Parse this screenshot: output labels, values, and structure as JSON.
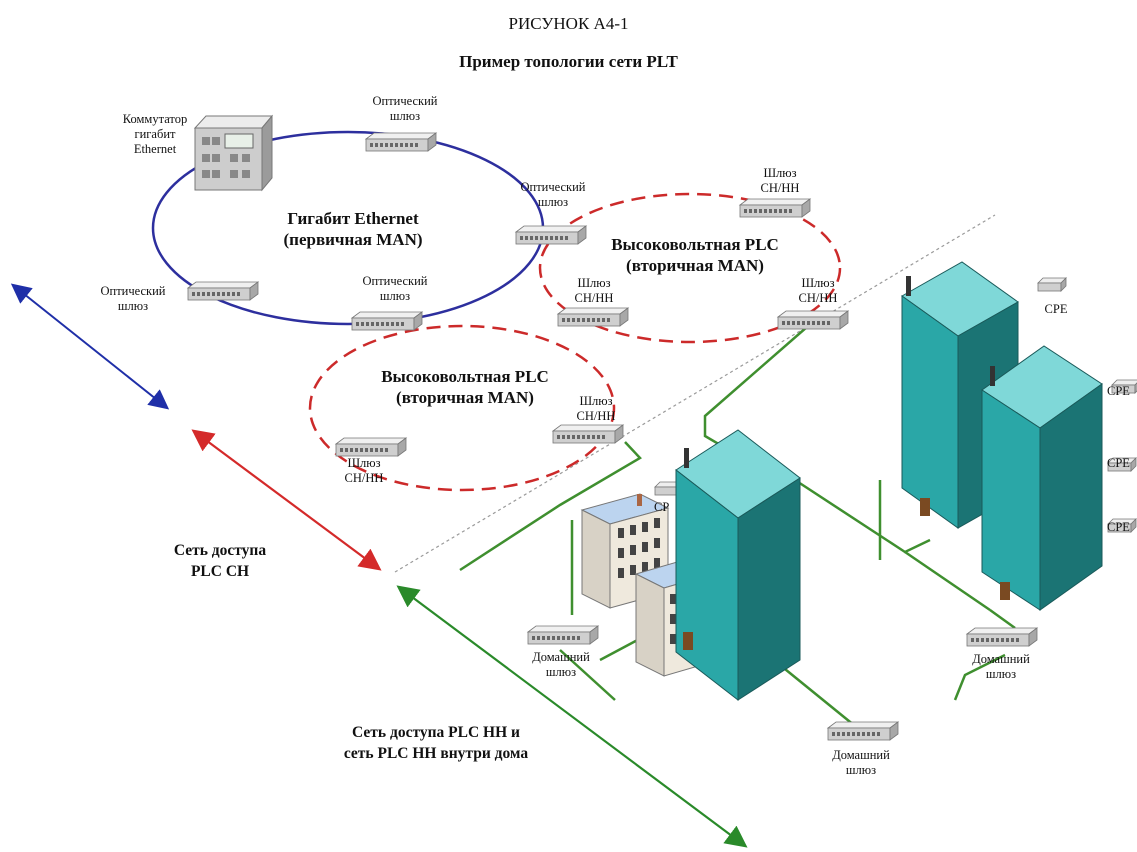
{
  "header": {
    "figure_label": "РИСУНОК А4-1",
    "title": "Пример топологии сети PLT"
  },
  "labels": {
    "switch": "Коммутатор\nгигабит\nEthernet",
    "optical_gw_top": "Оптический\nшлюз",
    "optical_gw_right": "Оптический\nшлюз",
    "optical_gw_left": "Оптический\nшлюз",
    "optical_gw_bottom": "Оптический\nшлюз",
    "gigabit_ring": "Гигабит Ethernet\n(первичная MAN)",
    "hv_plc_1": "Высоковольтная PLC\n(вторичная MAN)",
    "hv_plc_2": "Высоковольтная PLC\n(вторичная MAN)",
    "mv_gw_a": "Шлюз\nСН/НН",
    "mv_gw_b": "Шлюз\nСН/НН",
    "mv_gw_c": "Шлюз\nСН/НН",
    "mv_gw_d": "Шлюз\nСН/НН",
    "mv_gw_e": "Шлюз\nСН/НН",
    "cpe_1": "CPE",
    "cpe_2": "CPE",
    "cpe_3": "CPE",
    "cpe_4": "CPE",
    "cpe_5": "CP",
    "home_gw_1": "Домашний\nшлюз",
    "home_gw_2": "Домашний\nшлюз",
    "home_gw_3": "Домашний\nшлюз",
    "mv_access": "Сеть доступа\nPLC СН",
    "lv_access": "Сеть доступа PLC НН и\nсеть PLC НН внутри дома"
  },
  "colors": {
    "ring": "#2d2f9e",
    "hv_plc": "#cc2a2a",
    "lv_lines": "#3f8f2f",
    "blue_arrow": "#1f2fa8",
    "red_arrow": "#d42a2a",
    "green_arrow": "#2a8a2a",
    "tower_front": "#2aa7a7",
    "tower_side": "#1b7474",
    "tower_top": "#7fd8d8",
    "device_body": "#d9d9d9"
  }
}
